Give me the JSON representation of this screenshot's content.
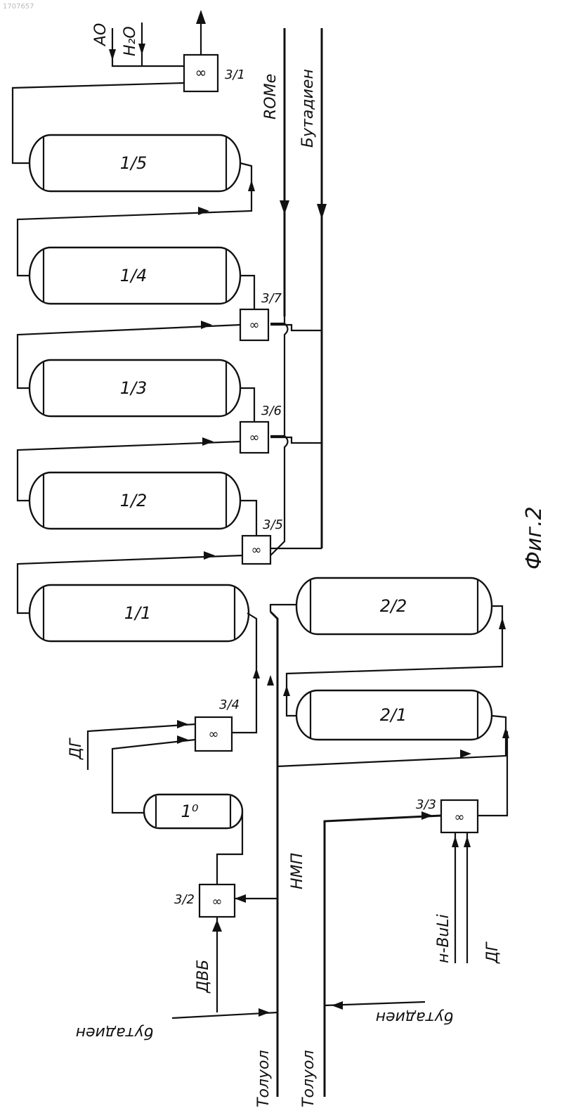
{
  "header": {
    "id": "1707657"
  },
  "figure_caption": "Фиг.2",
  "streams": {
    "ao": "АО",
    "h2o": "H₂O",
    "rome": "ROMe",
    "butadiene": "Бутадиен",
    "dg_top": "ДГ",
    "dvb": "ДВБ",
    "nmp": "НМП",
    "toluene_1": "Толуол",
    "toluene_2": "Толуол",
    "butadiene_bottom_1": "бутадиен",
    "butadiene_bottom_2": "бутадиен",
    "nbuli": "н-BuLi",
    "dg_bottom": "ДГ"
  },
  "vessels": {
    "v1_0": "1⁰",
    "v1_1": "1/1",
    "v1_2": "1/2",
    "v1_3": "1/3",
    "v1_4": "1/4",
    "v1_5": "1/5",
    "v2_1": "2/1",
    "v2_2": "2/2"
  },
  "mixers": {
    "m3_1": "3/1",
    "m3_2": "3/2",
    "m3_3": "3/3",
    "m3_4": "3/4",
    "m3_5": "3/5",
    "m3_6": "3/6",
    "m3_7": "3/7",
    "symbol": "∞"
  }
}
